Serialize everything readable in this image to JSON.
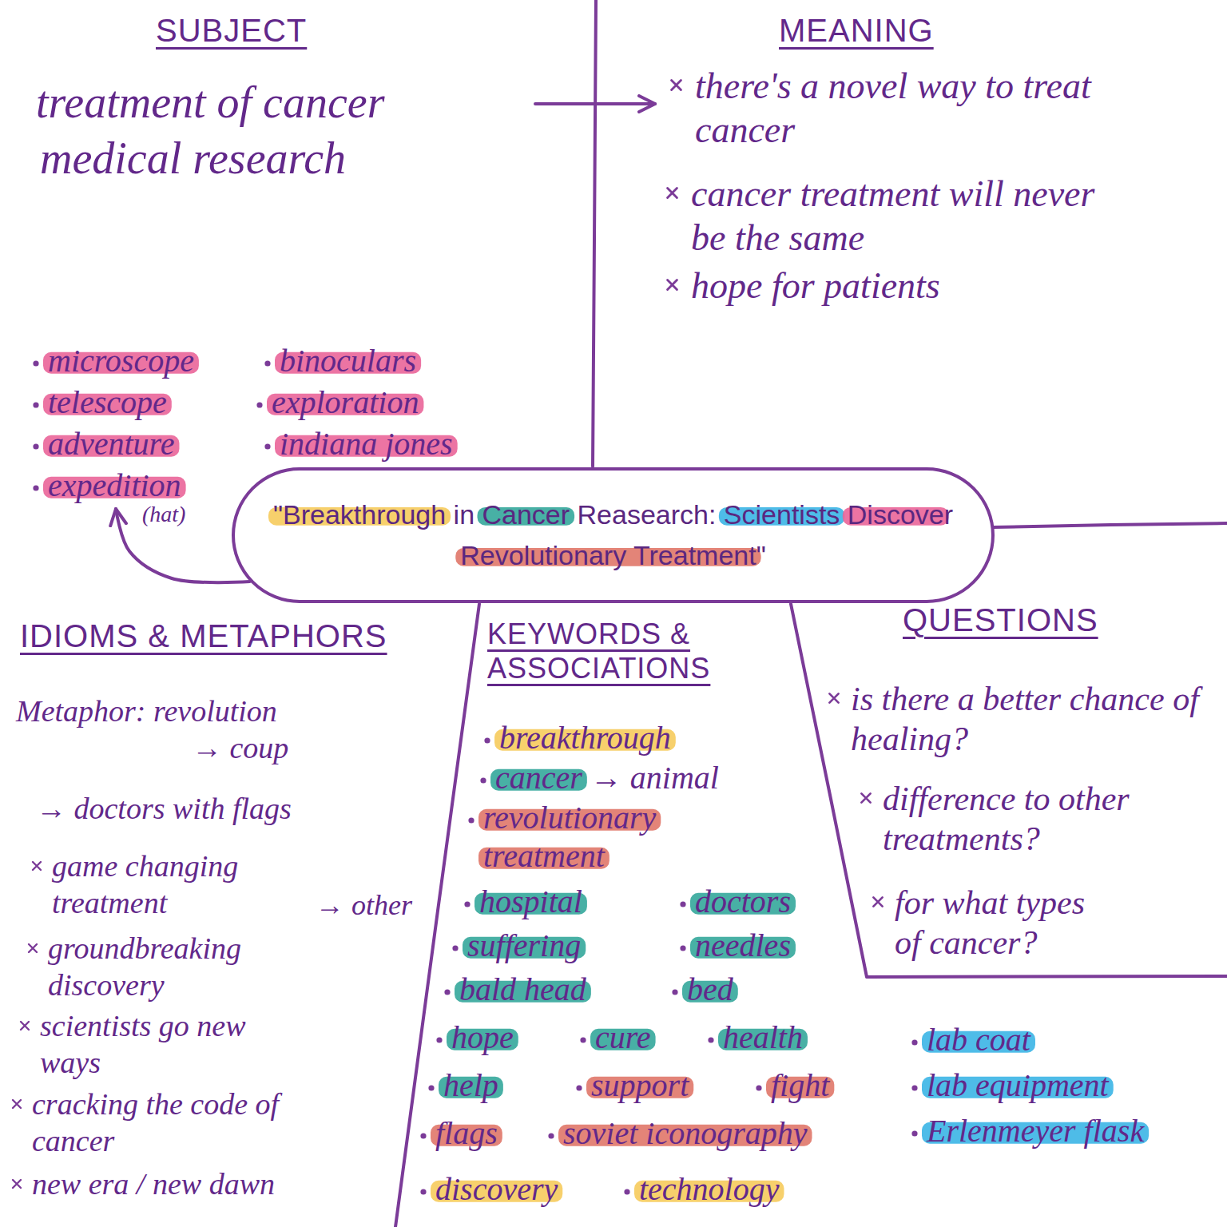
{
  "diagram": {
    "nodes": [
      {
        "text": [
          "SUBJECT",
          "treatment of cancer",
          "medical research"
        ]
      },
      {
        "text": [
          "MEANING",
          "there's a novel way to treat cancer",
          "cancer treatment will never be the same",
          "hope for patients"
        ]
      },
      {
        "text": [
          "microscope",
          "binoculars",
          "telescope",
          "exploration",
          "adventure",
          "indiana jones",
          "expedition"
        ]
      },
      {
        "text": [
          "\"Breakthrough in Cancer Reasearch: Scientists Discover Revolutionary Treatment\""
        ]
      },
      {
        "text": [
          "IDIOMS & METAPHORS",
          "Metaphor: revolution",
          "→ coup",
          "→ doctors with flags",
          "game changing treatment",
          "→ other",
          "groundbreaking discovery",
          "scientists go new ways",
          "cracking the code of cancer",
          "new era / new dawn"
        ]
      },
      {
        "text": [
          "KEYWORDS & ASSOCIATIONS",
          "breakthrough",
          "cancer → animal",
          "revolutionary treatment",
          "hospital",
          "doctors",
          "suffering",
          "needles",
          "bald head",
          "bed",
          "hope",
          "cure",
          "health",
          "lab coat",
          "help",
          "support",
          "fight",
          "lab equipment",
          "flags",
          "soviet iconography",
          "Erlenmeyer flask",
          "discovery",
          "technology"
        ]
      },
      {
        "text": [
          "QUESTIONS",
          "is there a better chance of healing?",
          "difference to other treatments?",
          "for what types of cancer?"
        ]
      }
    ],
    "edges": [
      {
        "from": 0,
        "to": 1,
        "arrow": "to"
      },
      {
        "from": 3,
        "to": 2,
        "arrow": "to",
        "label": "(hat)"
      }
    ]
  }
}
